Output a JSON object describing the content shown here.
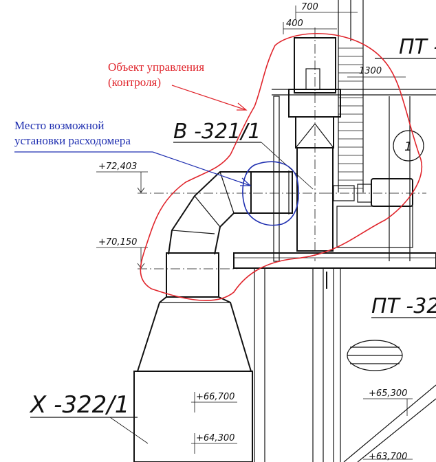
{
  "annotations": {
    "control_object_line1": "Объект управления",
    "control_object_line2": "(контроля)",
    "flowmeter_line1": "Место возможной",
    "flowmeter_line2": "установки расходомера"
  },
  "equipment": {
    "fan": "В -321/1",
    "platform_top": "ПТ -",
    "platform_mid": "ПТ -32",
    "scrubber": "Х -322/1",
    "callout": "1"
  },
  "dimensions": {
    "d700": "700",
    "d400": "400",
    "d1300": "1300"
  },
  "elevations": {
    "e72403": "+72,403",
    "e70150": "+70,150",
    "e66700": "+66,700",
    "e64300": "+64,300",
    "e65300": "+65,300",
    "e63700": "+63,700"
  },
  "colors": {
    "control_object": "#e0242b",
    "flowmeter": "#1f2fb0",
    "drawing": "#111111"
  }
}
